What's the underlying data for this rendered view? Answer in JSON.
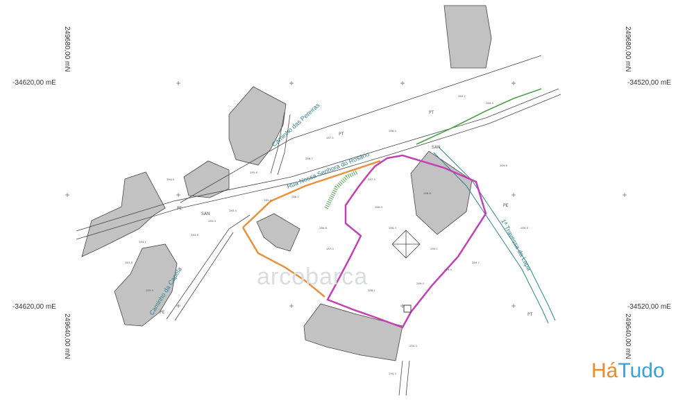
{
  "coords": {
    "west_top": "-34620,00 mE",
    "east_top": "-34520,00 mE",
    "west_bottom": "-34620,00 mE",
    "east_bottom": "-34520,00 mE",
    "north_top_left": "249680,00 mN",
    "north_top_right": "249680,00 mN",
    "north_bottom_left": "249640,00 mN",
    "north_bottom_right": "249640,00 mN"
  },
  "streets": {
    "caminho_pereiras": "Caminho das Pereiras",
    "rua_rosario": "Rua Nossa Senhora do Rosário",
    "caminho_capela": "Caminho da Capela",
    "travessa": "1ª Travessa da Lapa"
  },
  "markers": {
    "pe": "PE",
    "pt": "PT",
    "san": "SAN"
  },
  "watermark": "arcobarca",
  "logo": {
    "part1": "Há",
    "part2": "Tudo"
  },
  "colors": {
    "parcel_boundary": "#c43fb5",
    "orange_line": "#e8913a",
    "green_line": "#4aa14a",
    "teal_road": "#2f7f8f",
    "building_fill": "#bfbfbf"
  }
}
